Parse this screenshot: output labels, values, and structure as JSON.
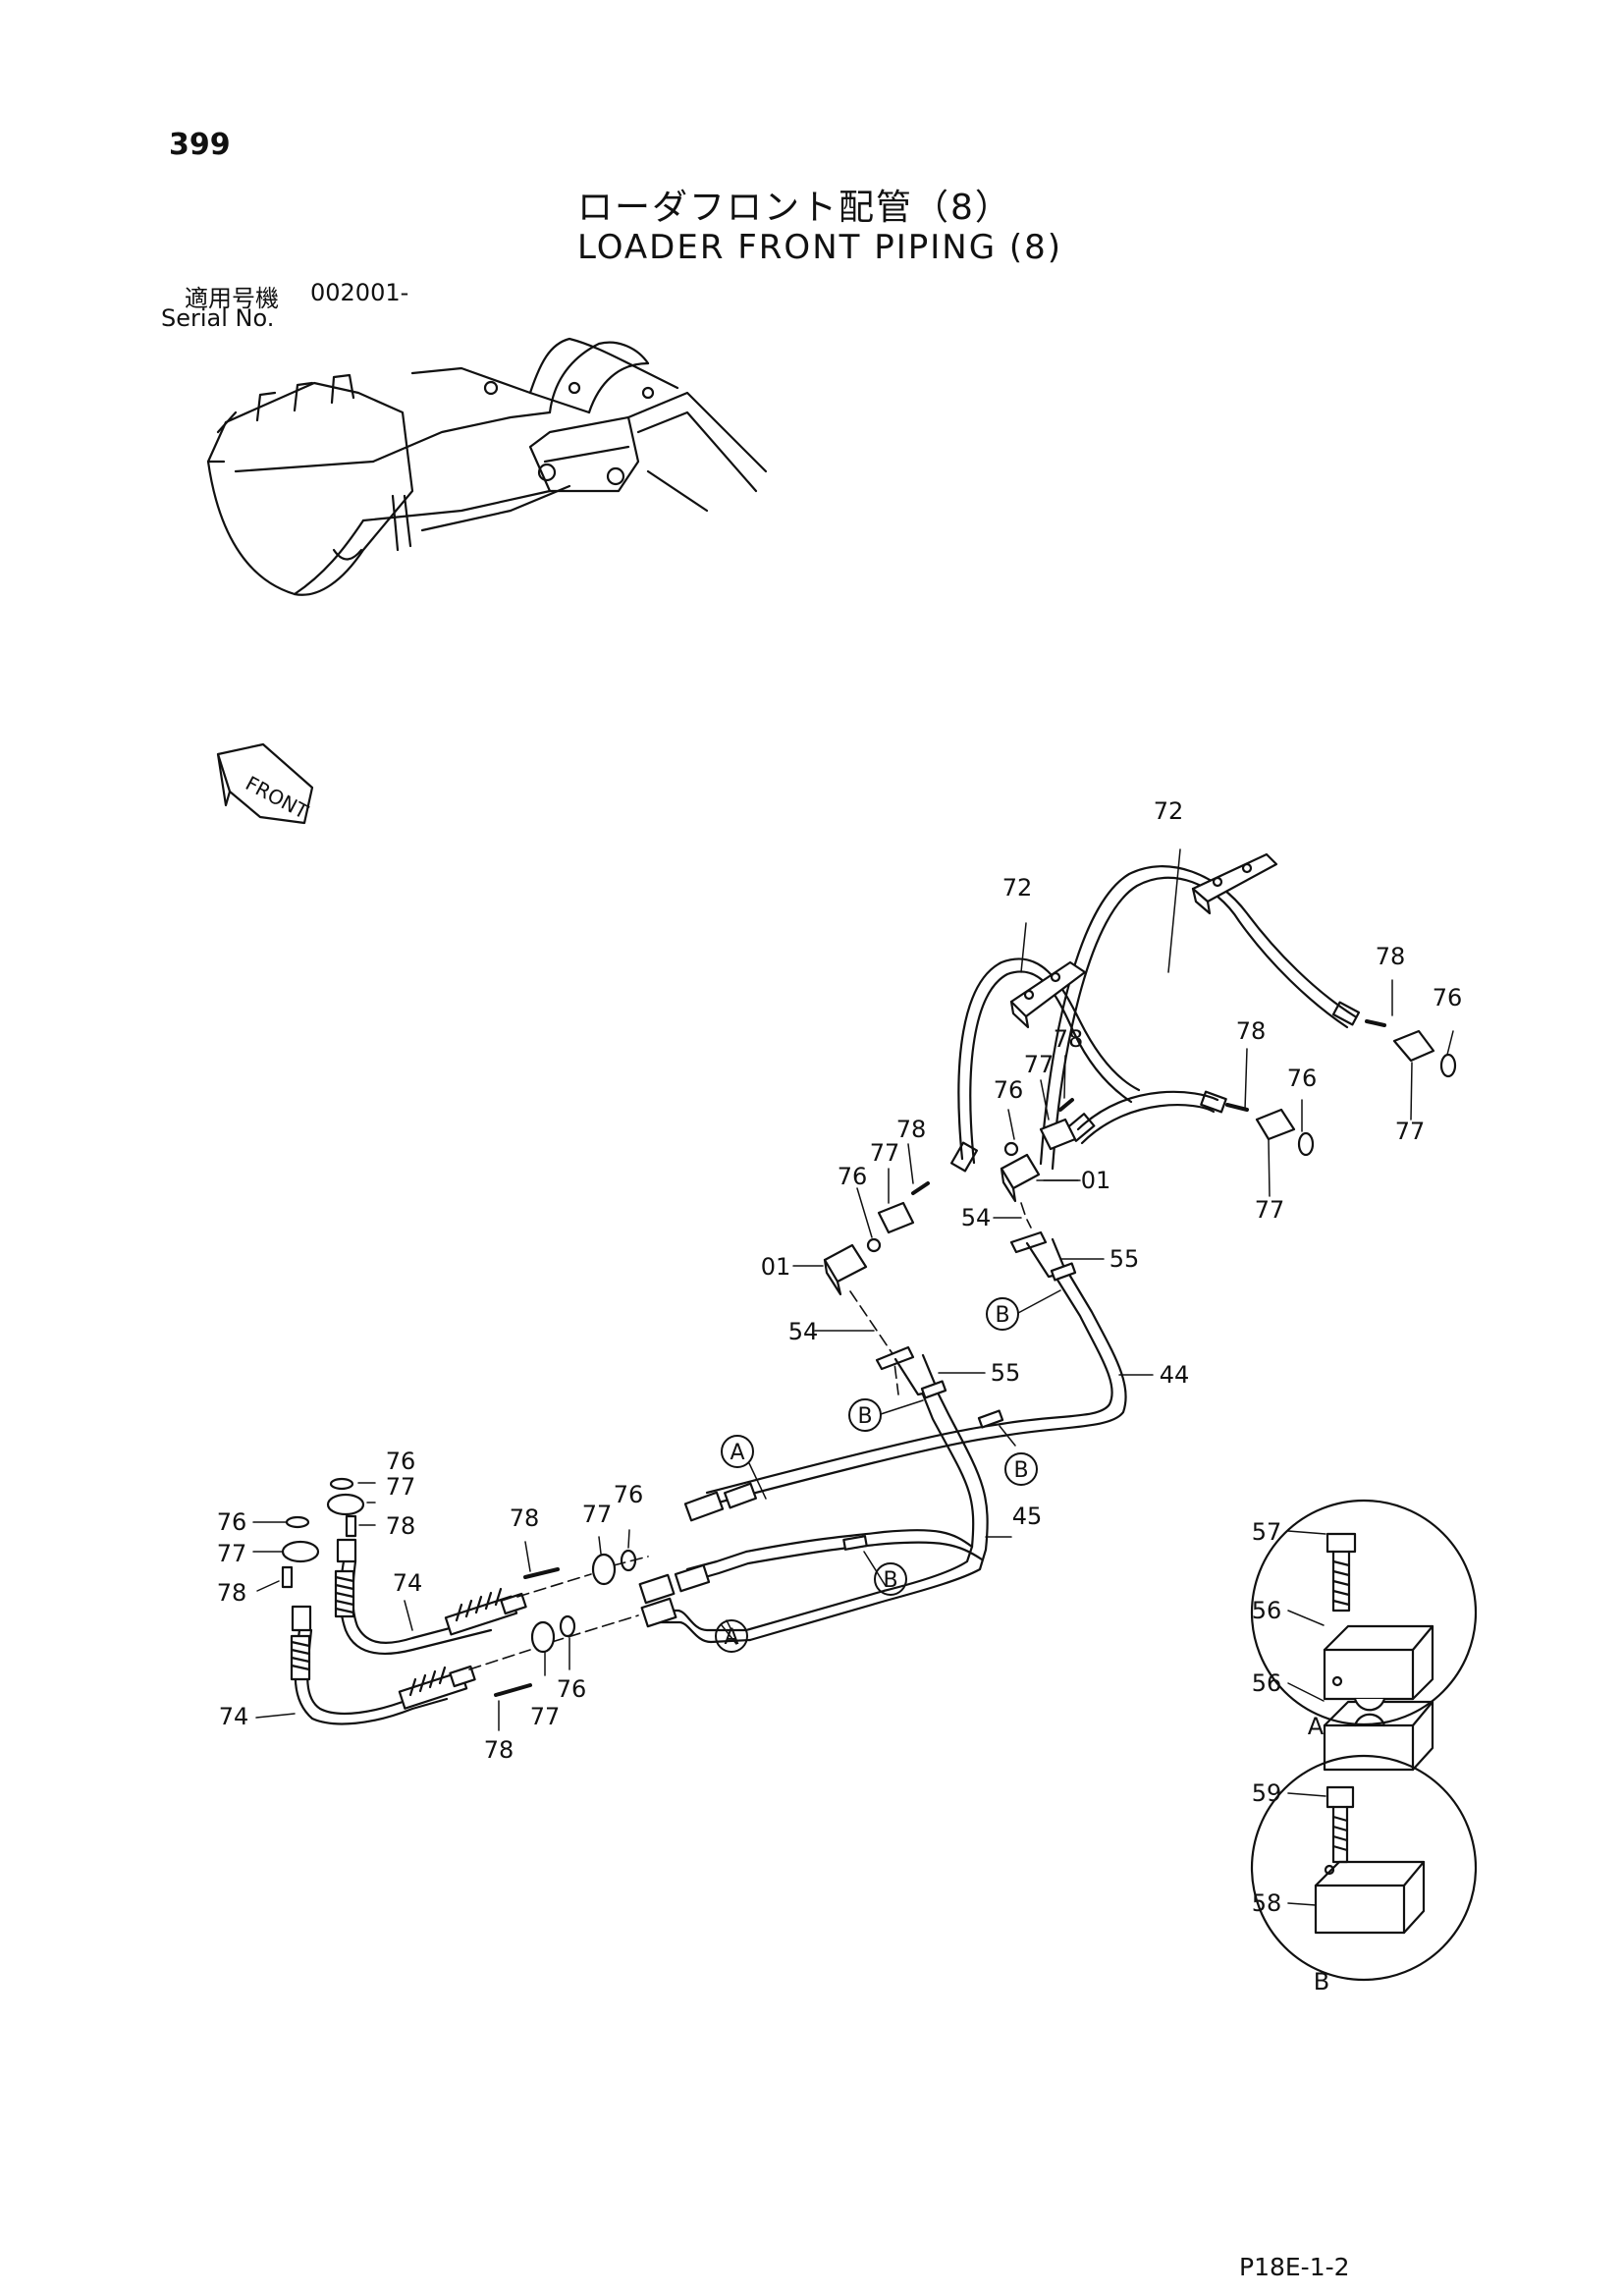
{
  "header": {
    "page_number": "399",
    "title_jp": "ローダフロント配管（8）",
    "title_en": "LOADER FRONT PIPING (8)",
    "serial_label_jp": "適用号機",
    "serial_value": "002001-",
    "serial_label_en": "Serial No."
  },
  "direction_label": "FRONT",
  "callouts": {
    "c01": "01",
    "c44": "44",
    "c45": "45",
    "c54": "54",
    "c55": "55",
    "c56": "56",
    "c57": "57",
    "c58": "58",
    "c59": "59",
    "c72": "72",
    "c74": "74",
    "c76": "76",
    "c77": "77",
    "c78": "78"
  },
  "detail_refs": {
    "a": "A",
    "b": "B"
  },
  "footer": {
    "code": "P18E-1-2"
  }
}
